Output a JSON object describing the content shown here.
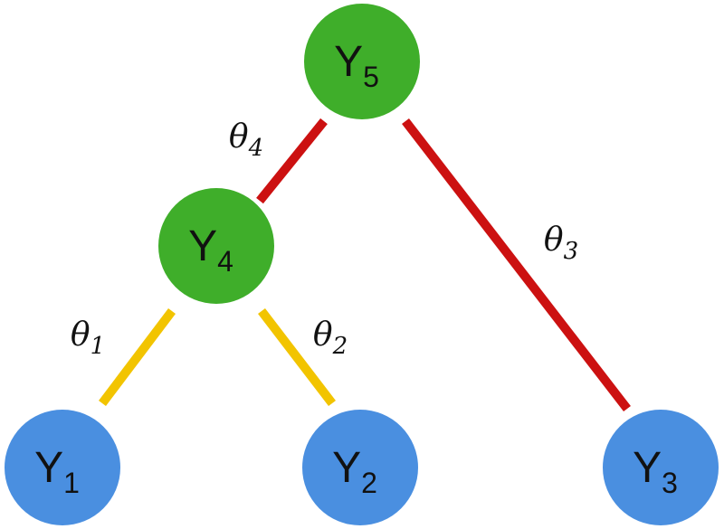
{
  "nodes": [
    {
      "id": "y5",
      "base": "Y",
      "sub": "5",
      "color": "#3FAE2A"
    },
    {
      "id": "y4",
      "base": "Y",
      "sub": "4",
      "color": "#3FAE2A"
    },
    {
      "id": "y1",
      "base": "Y",
      "sub": "1",
      "color": "#4A8FE0"
    },
    {
      "id": "y2",
      "base": "Y",
      "sub": "2",
      "color": "#4A8FE0"
    },
    {
      "id": "y3",
      "base": "Y",
      "sub": "3",
      "color": "#4A8FE0"
    }
  ],
  "edges": [
    {
      "from": "y5",
      "to": "y4",
      "label_base": "θ",
      "label_sub": "4",
      "color": "#CC1111"
    },
    {
      "from": "y5",
      "to": "y3",
      "label_base": "θ",
      "label_sub": "3",
      "color": "#CC1111"
    },
    {
      "from": "y4",
      "to": "y1",
      "label_base": "θ",
      "label_sub": "1",
      "color": "#F2C400"
    },
    {
      "from": "y4",
      "to": "y2",
      "label_base": "θ",
      "label_sub": "2",
      "color": "#F2C400"
    }
  ]
}
